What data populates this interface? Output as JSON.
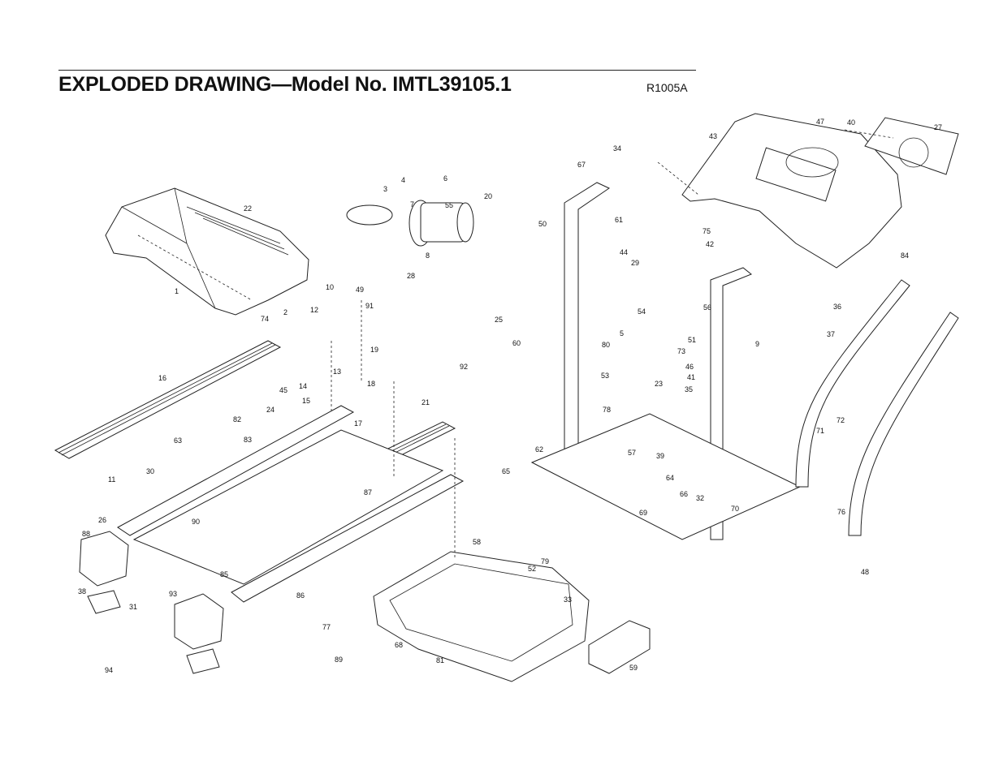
{
  "header": {
    "title": "EXPLODED DRAWING—Model No. IMTL39105.1",
    "code": "R1005A"
  },
  "callouts": [
    {
      "n": "1"
    },
    {
      "n": "2"
    },
    {
      "n": "3"
    },
    {
      "n": "4"
    },
    {
      "n": "5"
    },
    {
      "n": "6"
    },
    {
      "n": "7"
    },
    {
      "n": "8"
    },
    {
      "n": "9"
    },
    {
      "n": "10"
    },
    {
      "n": "11"
    },
    {
      "n": "12"
    },
    {
      "n": "13"
    },
    {
      "n": "14"
    },
    {
      "n": "15"
    },
    {
      "n": "16"
    },
    {
      "n": "17"
    },
    {
      "n": "18"
    },
    {
      "n": "19"
    },
    {
      "n": "20"
    },
    {
      "n": "21"
    },
    {
      "n": "22"
    },
    {
      "n": "23"
    },
    {
      "n": "24"
    },
    {
      "n": "25"
    },
    {
      "n": "26"
    },
    {
      "n": "27"
    },
    {
      "n": "28"
    },
    {
      "n": "29"
    },
    {
      "n": "30"
    },
    {
      "n": "31"
    },
    {
      "n": "32"
    },
    {
      "n": "33"
    },
    {
      "n": "34"
    },
    {
      "n": "35"
    },
    {
      "n": "36"
    },
    {
      "n": "37"
    },
    {
      "n": "38"
    },
    {
      "n": "39"
    },
    {
      "n": "40"
    },
    {
      "n": "41"
    },
    {
      "n": "42"
    },
    {
      "n": "43"
    },
    {
      "n": "44"
    },
    {
      "n": "45"
    },
    {
      "n": "46"
    },
    {
      "n": "47"
    },
    {
      "n": "48"
    },
    {
      "n": "49"
    },
    {
      "n": "50"
    },
    {
      "n": "51"
    },
    {
      "n": "52"
    },
    {
      "n": "53"
    },
    {
      "n": "54"
    },
    {
      "n": "55"
    },
    {
      "n": "56"
    },
    {
      "n": "57"
    },
    {
      "n": "58"
    },
    {
      "n": "59"
    },
    {
      "n": "60"
    },
    {
      "n": "61"
    },
    {
      "n": "62"
    },
    {
      "n": "63"
    },
    {
      "n": "64"
    },
    {
      "n": "65"
    },
    {
      "n": "66"
    },
    {
      "n": "67"
    },
    {
      "n": "68"
    },
    {
      "n": "69"
    },
    {
      "n": "70"
    },
    {
      "n": "71"
    },
    {
      "n": "72"
    },
    {
      "n": "73"
    },
    {
      "n": "74"
    },
    {
      "n": "75"
    },
    {
      "n": "76"
    },
    {
      "n": "77"
    },
    {
      "n": "78"
    },
    {
      "n": "79"
    },
    {
      "n": "80"
    },
    {
      "n": "81"
    },
    {
      "n": "82"
    },
    {
      "n": "83"
    },
    {
      "n": "84"
    },
    {
      "n": "85"
    },
    {
      "n": "86"
    },
    {
      "n": "87"
    },
    {
      "n": "88"
    },
    {
      "n": "89"
    },
    {
      "n": "90"
    },
    {
      "n": "91"
    },
    {
      "n": "92"
    },
    {
      "n": "93"
    },
    {
      "n": "94"
    }
  ]
}
